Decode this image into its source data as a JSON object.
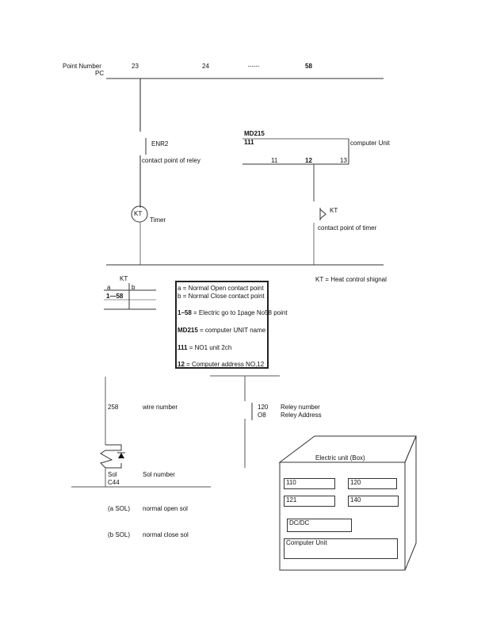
{
  "header": {
    "point_number_label": "Point Number",
    "pc_label": "PC",
    "points": [
      "23",
      "24",
      "·········",
      "58"
    ]
  },
  "relay_contact": {
    "name": "ENR2",
    "description": "contact point of reley"
  },
  "computer_unit": {
    "model": "MD215",
    "unit_id": "111",
    "label": "computer Unit",
    "addresses": [
      "11",
      "12",
      "13"
    ]
  },
  "timer": {
    "symbol": "KT",
    "label": "Timer"
  },
  "timer_contact": {
    "symbol": "KT",
    "description": "contact point of timer"
  },
  "kt_table": {
    "title": "KT",
    "col_a": "a",
    "col_b": "b",
    "row_value": "1—58"
  },
  "kt_note": "KT = Heat control shignal",
  "legend": {
    "lines": [
      {
        "key": "a",
        "text": " = Normal Open contact point"
      },
      {
        "key": "b",
        "text": " = Normal Close contact point"
      },
      {
        "key": "1–58",
        "text": "  = Electric go to 1page No58 point"
      },
      {
        "key": "MD215",
        "text": " = computer UNIT name"
      },
      {
        "key": "111",
        "text": " = NO1 unit  2ch"
      },
      {
        "key": "12",
        "text": " = Computer address NO,12"
      }
    ]
  },
  "wire": {
    "number": "258",
    "label": "wire number"
  },
  "relay_info": {
    "number": "120",
    "number_label": "Reley number",
    "address": "O8",
    "address_label": "Reley Address"
  },
  "solenoid": {
    "sol_label": "Sol",
    "sol_id": "C44",
    "description": "Sol number",
    "types": [
      {
        "code": "(a SOL)",
        "text": "normal  open sol"
      },
      {
        "code": "(b SOL)",
        "text": "normal close sol"
      }
    ]
  },
  "electric_box": {
    "title": "Electric unit (Box)",
    "slots": [
      "110",
      "120",
      "121",
      "140"
    ],
    "dcdc": "DC/DC",
    "computer_unit": "Computer Unit"
  }
}
